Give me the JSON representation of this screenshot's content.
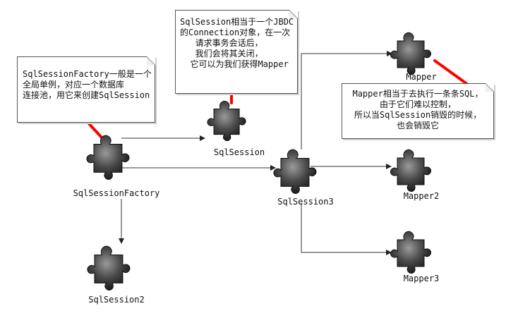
{
  "notes": {
    "factory": [
      "SqlSessionFactory一般是一个",
      "全局单例，对应一个数据库",
      "连接池，用它来创建SqlSession"
    ],
    "session": [
      "SqlSession相当于一个JBDC",
      "的Connection对象，在一次",
      "   请求事务会话后，",
      "   我们会将其关闭，",
      "  它可以为我们获得Mapper"
    ],
    "mapper": [
      "Mapper相当于去执行一条条SQL，",
      "由于它们难以控制，",
      "所以当SqlSession销毁的时候，",
      "也会销毁它"
    ]
  },
  "nodes": {
    "factory": "SqlSessionFactory",
    "session": "SqlSession",
    "session2": "SqlSession2",
    "session3": "SqlSession3",
    "mapper": "Mapper",
    "mapper2": "Mapper2",
    "mapper3": "Mapper3"
  },
  "colors": {
    "connector": "#ff0000",
    "piece": "#2a2a2a",
    "arrow": "#222222"
  },
  "icons": {
    "node": "puzzle-piece-icon"
  }
}
